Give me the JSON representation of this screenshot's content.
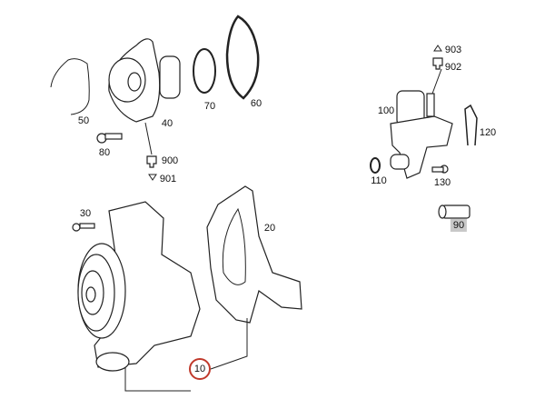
{
  "diagram": {
    "labels": {
      "p10": "10",
      "p20": "20",
      "p30": "30",
      "p40": "40",
      "p50": "50",
      "p60": "60",
      "p70": "70",
      "p80": "80",
      "p90": "90",
      "p100": "100",
      "p110": "110",
      "p120": "120",
      "p130": "130",
      "p900": "900",
      "p901": "901",
      "p902": "902",
      "p903": "903"
    },
    "highlight_color": "#c0392b",
    "selected_bg": "#c8c8c8"
  }
}
